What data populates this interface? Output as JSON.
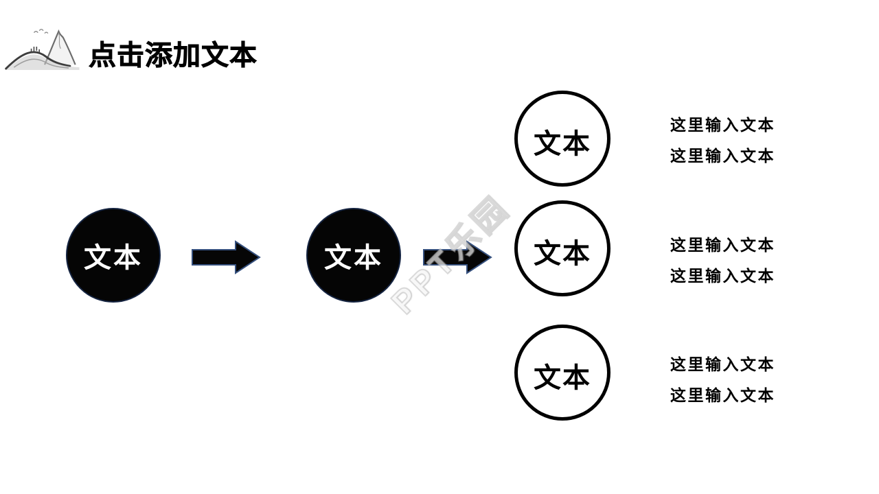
{
  "header": {
    "title": "点击添加文本",
    "logo": "ink-mountain-logo"
  },
  "flow": {
    "nodes": [
      {
        "label": "文本"
      },
      {
        "label": "文本"
      }
    ],
    "arrow_icon": "arrow-right-icon"
  },
  "branches": [
    {
      "label": "文本",
      "lines": [
        "这里输入文本",
        "这里输入文本"
      ]
    },
    {
      "label": "文本",
      "lines": [
        "这里输入文本",
        "这里输入文本"
      ]
    },
    {
      "label": "文本",
      "lines": [
        "这里输入文本",
        "这里输入文本"
      ]
    }
  ],
  "watermark": {
    "text": "PPT乐园"
  },
  "colors": {
    "background": "#ffffff",
    "node_fill": "#050505",
    "node_rim": "#152441",
    "arrow_fill": "#060606",
    "arrow_outline": "#35507e",
    "branch_circle_stroke": "#000000",
    "title_color": "#000000",
    "watermark_gray": "#b0b0b0"
  }
}
